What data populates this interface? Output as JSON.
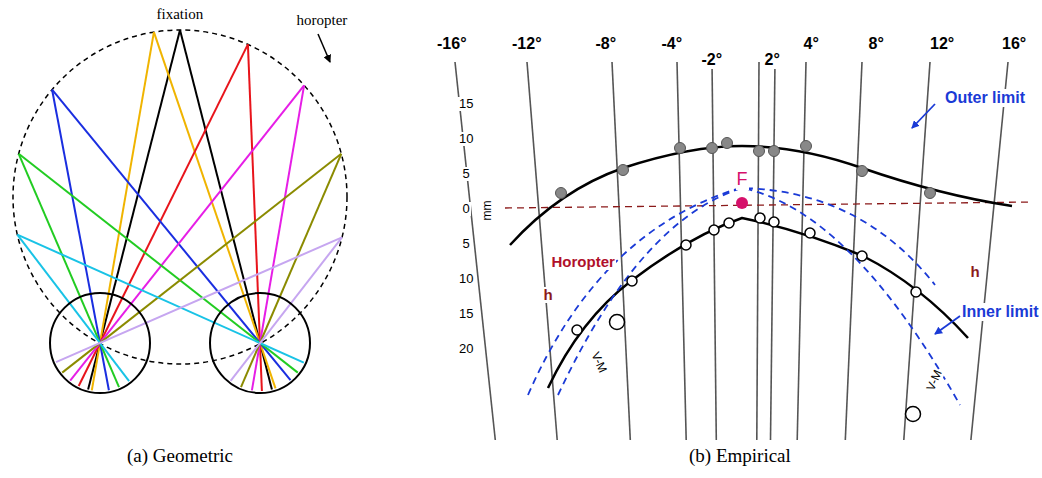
{
  "diagram": {
    "labels": [
      "fixation",
      "horopter",
      "(a) Geometric",
      "-16°",
      "-12°",
      "-8°",
      "-4°",
      "-2°",
      "2°",
      "4°",
      "8°",
      "12°",
      "16°",
      "15",
      "10",
      "5",
      "0",
      "5",
      "10",
      "15",
      "20",
      "mm",
      "Outer limit",
      "Inner limit",
      "Horopter",
      "h",
      "h",
      "F",
      "V-M",
      "V-M",
      "(b) Empirical"
    ]
  }
}
